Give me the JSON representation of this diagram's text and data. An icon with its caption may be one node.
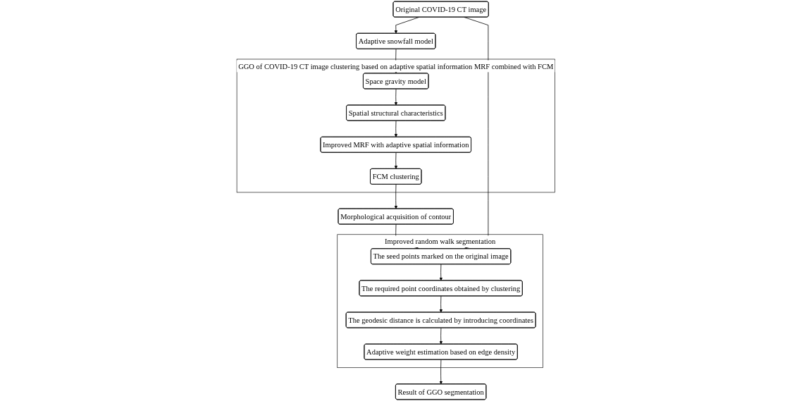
{
  "diagram": {
    "nodes": [
      {
        "text": [
          "Original COVID-19 CT image"
        ]
      },
      {
        "text": [
          "Adaptive snowfall model"
        ]
      },
      {
        "text": [
          "Morphological acquisition of contour"
        ]
      },
      {
        "text": [
          "GGO of COVID-19 CT image clustering based on adaptive spatial information MRF combined with FCM"
        ]
      },
      {
        "text": [
          "Space gravity model"
        ],
        "in": 3
      },
      {
        "text": [
          "Spatial structural characteristics"
        ],
        "in": 3
      },
      {
        "text": [
          "Improved MRF with adaptive spatial information"
        ],
        "in": 3
      },
      {
        "text": [
          "FCM clustering"
        ],
        "in": 3
      },
      {
        "text": [
          "Improved random walk segmentation"
        ]
      },
      {
        "text": [
          "The seed points marked on the original image"
        ],
        "in": 8
      },
      {
        "text": [
          "The required point coordinates obtained by clustering"
        ],
        "in": 8
      },
      {
        "text": [
          "The geodesic distance is calculated by introducing coordinates"
        ],
        "in": 8
      },
      {
        "text": [
          "Adaptive weight estimation based on edge density"
        ],
        "in": 8
      },
      {
        "text": [
          "Result of GGO segmentation"
        ]
      }
    ],
    "edges": [
      {
        "from": 0,
        "to": 1,
        "arrow": "to"
      },
      {
        "from": 1,
        "to": 4,
        "arrow": "to"
      },
      {
        "from": 4,
        "to": 5,
        "arrow": "to"
      },
      {
        "from": 5,
        "to": 6,
        "arrow": "to"
      },
      {
        "from": 6,
        "to": 7,
        "arrow": "to"
      },
      {
        "from": 7,
        "to": 2,
        "arrow": "to"
      },
      {
        "from": 2,
        "to": 9,
        "arrow": "to"
      },
      {
        "from": 0,
        "to": 9,
        "arrow": "to"
      },
      {
        "from": 9,
        "to": 10,
        "arrow": "to"
      },
      {
        "from": 10,
        "to": 11,
        "arrow": "to"
      },
      {
        "from": 11,
        "to": 12,
        "arrow": "to"
      },
      {
        "from": 12,
        "to": 13,
        "arrow": "to"
      }
    ]
  }
}
